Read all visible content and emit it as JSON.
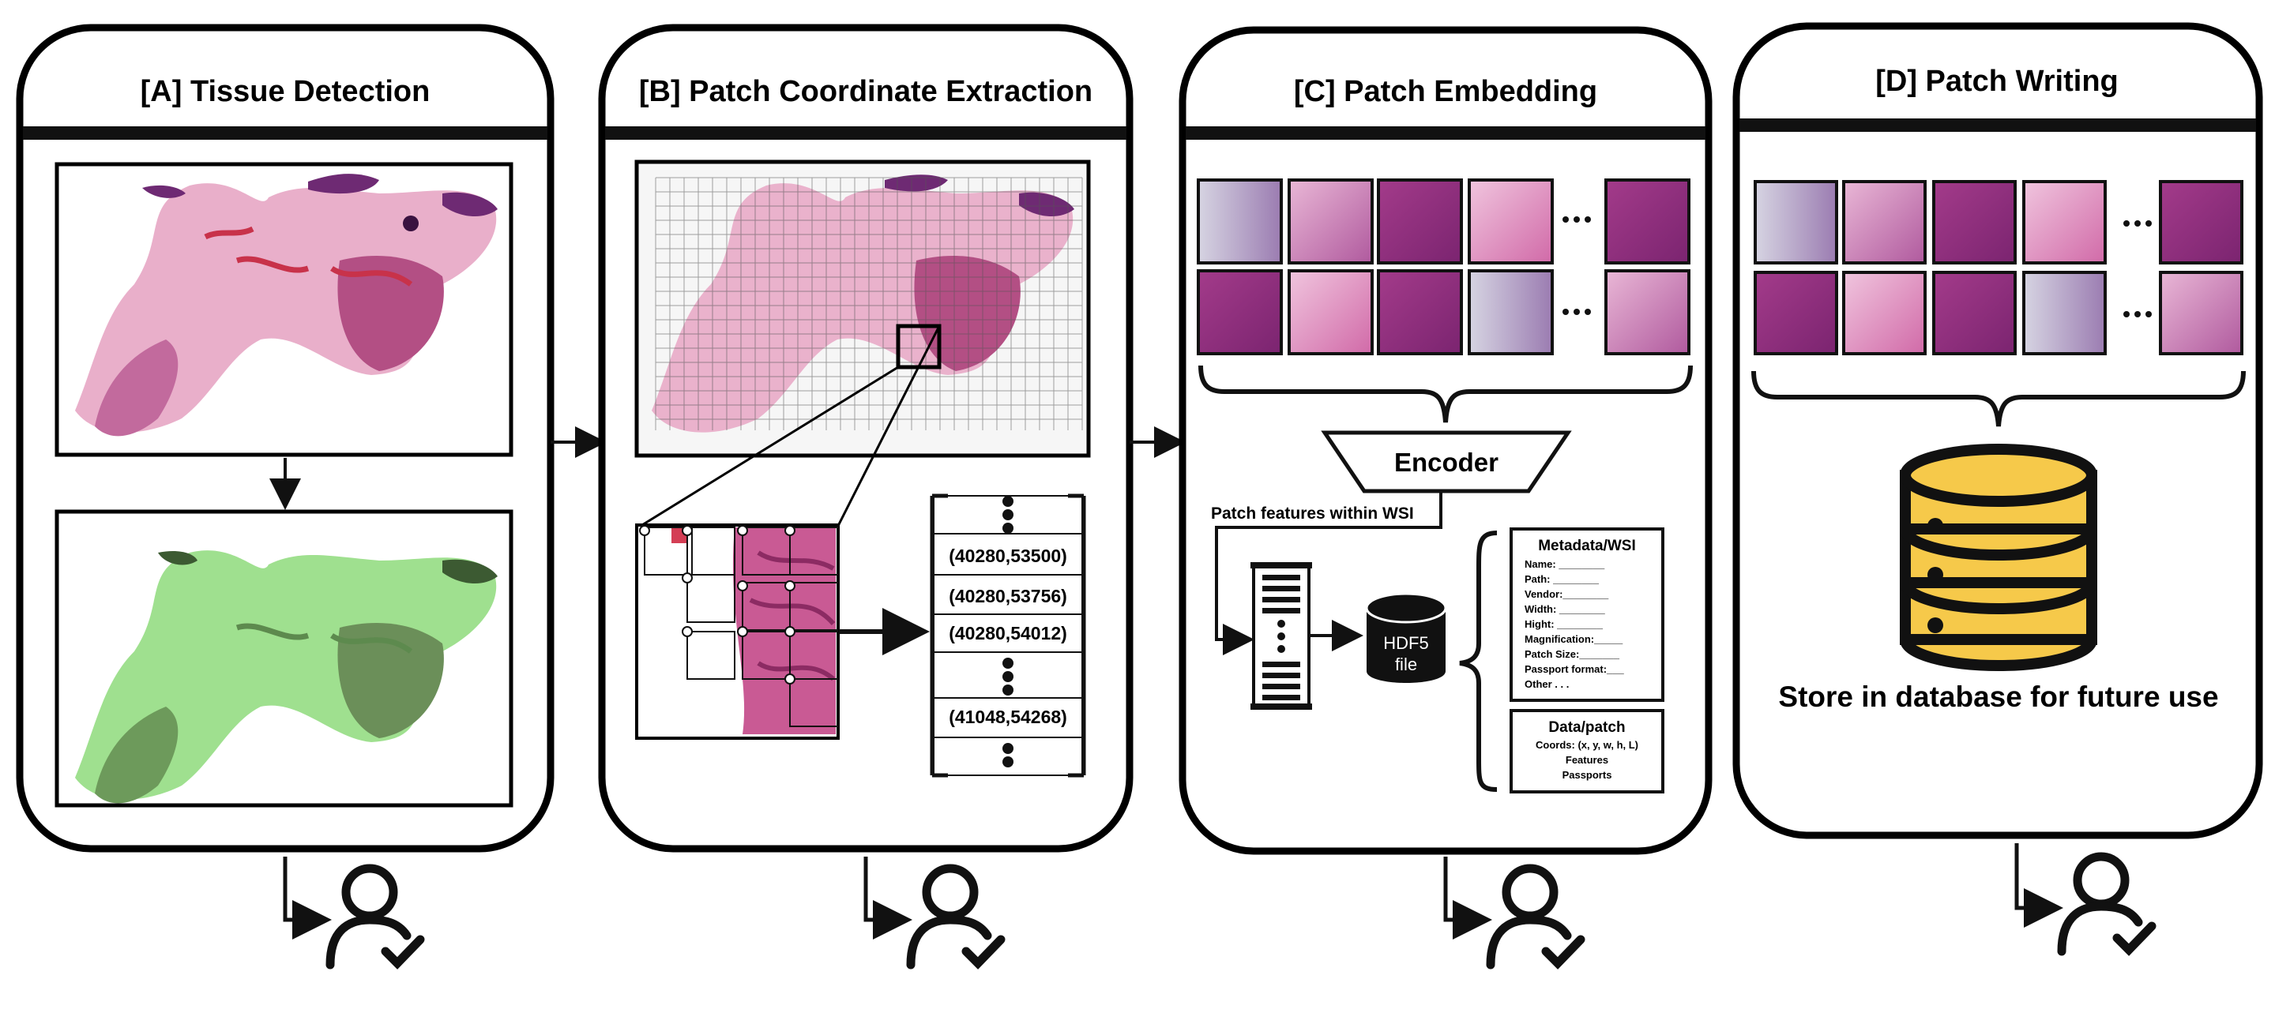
{
  "panels": [
    {
      "id": "A",
      "title": "[A] Tissue Detection"
    },
    {
      "id": "B",
      "title": "[B] Patch Coordinate Extraction"
    },
    {
      "id": "C",
      "title": "[C] Patch Embedding"
    },
    {
      "id": "D",
      "title": "[D] Patch Writing"
    }
  ],
  "coordinates": [
    "(40280,53500)",
    "(40280,53756)",
    "(40280,54012)",
    "(41048,54268)"
  ],
  "encoder_label": "Encoder",
  "features_label": "Patch features within WSI",
  "hdf5_label": [
    "HDF5",
    "file"
  ],
  "metadata": {
    "title": "Metadata/WSI",
    "fields": [
      "Name: ________",
      "Path:   ________",
      "Vendor:________",
      "Width:  ________",
      "Hight:   ________",
      "Magnification:_____",
      "Patch Size:_______",
      "Passport format:___",
      "Other . . ."
    ]
  },
  "datapatch": {
    "title": "Data/patch",
    "lines": [
      "Coords: (x, y, w, h, L)",
      "Features",
      "Passports"
    ]
  },
  "store_label": "Store in database for future use",
  "colors": {
    "tissue_pink": "#e7a6c4",
    "tissue_purple": "#6e2a73",
    "tissue_red": "#c8324a",
    "mask_green": "#9fe08f",
    "mask_dark": "#5d8a4e",
    "db_yellow": "#f6c94a",
    "db_outline": "#111111"
  }
}
